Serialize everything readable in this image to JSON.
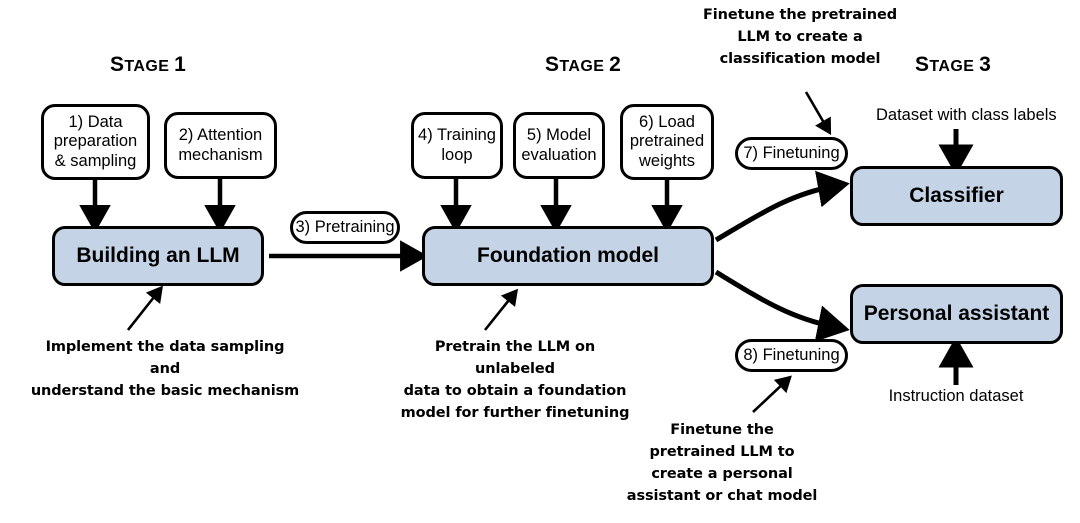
{
  "diagram": {
    "title": "Three-stage LLM build process",
    "colors": {
      "box_fill": "#c4d4e6",
      "stroke": "#000000",
      "background": "#ffffff"
    }
  },
  "stages": [
    {
      "prefix": "S",
      "rest": "TAGE ",
      "num": "1"
    },
    {
      "prefix": "S",
      "rest": "TAGE ",
      "num": "2"
    },
    {
      "prefix": "S",
      "rest": "TAGE ",
      "num": "3"
    }
  ],
  "steps": [
    {
      "id": "step1",
      "label": "1) Data\npreparation\n& sampling"
    },
    {
      "id": "step2",
      "label": "2) Attention\nmechanism"
    },
    {
      "id": "step4",
      "label": "4) Training\nloop"
    },
    {
      "id": "step5",
      "label": "5) Model\nevaluation"
    },
    {
      "id": "step6",
      "label": "6) Load\npretrained\nweights"
    }
  ],
  "pills": [
    {
      "id": "step3",
      "label": "3) Pretraining"
    },
    {
      "id": "step7",
      "label": "7) Finetuning"
    },
    {
      "id": "step8",
      "label": "8) Finetuning"
    }
  ],
  "main_boxes": [
    {
      "id": "building",
      "label": "Building an LLM"
    },
    {
      "id": "foundation",
      "label": "Foundation model"
    },
    {
      "id": "classifier",
      "label": "Classifier"
    },
    {
      "id": "assistant",
      "label": "Personal assistant"
    }
  ],
  "plain_notes": [
    {
      "id": "dataset-class-labels",
      "label": "Dataset with class labels"
    },
    {
      "id": "instruction-dataset",
      "label": "Instruction dataset"
    }
  ],
  "bold_notes": [
    {
      "id": "note-stage1",
      "lines": [
        "Implement the data sampling and",
        "understand the basic mechanism"
      ]
    },
    {
      "id": "note-stage2",
      "lines": [
        "Pretrain the LLM on unlabeled",
        "data to obtain a foundation",
        "model for further finetuning"
      ]
    },
    {
      "id": "note-classifier",
      "lines": [
        "Finetune the pretrained",
        "LLM to create a",
        "classification model"
      ]
    },
    {
      "id": "note-assistant",
      "lines": [
        "Finetune the",
        "pretrained LLM to",
        "create a personal",
        "assistant or chat model"
      ]
    }
  ]
}
